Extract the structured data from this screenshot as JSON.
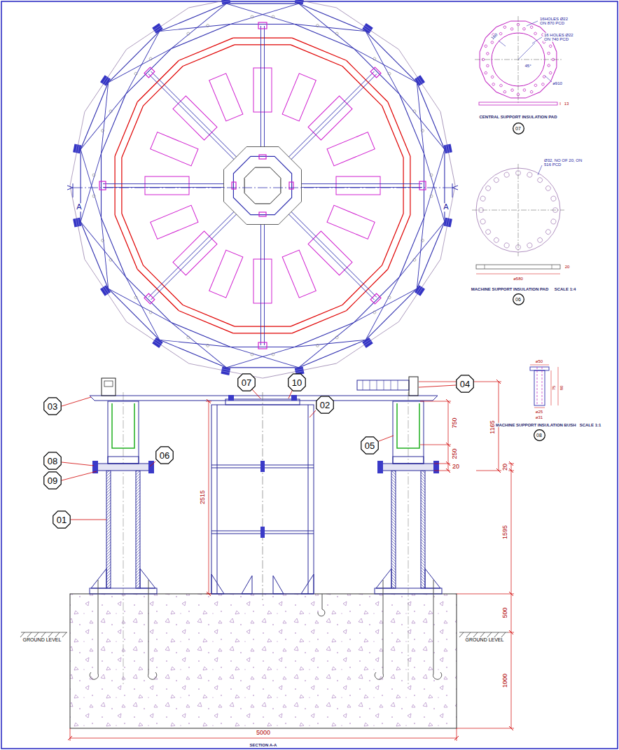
{
  "diagram": {
    "nodes": [
      {
        "text": [
          "07"
        ]
      },
      {
        "text": [
          "06"
        ]
      },
      {
        "text": [
          "07"
        ]
      },
      {
        "text": [
          "10"
        ]
      },
      {
        "text": [
          "04"
        ]
      },
      {
        "text": [
          "03"
        ]
      },
      {
        "text": [
          "02"
        ]
      },
      {
        "text": [
          "08"
        ]
      },
      {
        "text": [
          "05"
        ]
      },
      {
        "text": [
          "08"
        ]
      },
      {
        "text": [
          "06"
        ]
      },
      {
        "text": [
          "09"
        ]
      },
      {
        "text": [
          "01"
        ]
      }
    ],
    "labels": [
      "16HOLES Ø22 ON 870 PCD",
      "16 HOLES Ø22 ON 740 PCD",
      "160",
      "45°",
      "ø910",
      "13",
      "CENTRAL SUPPORT INSULATION PAD",
      "Ø32, NO OF 20, ON 516 PCD",
      "20",
      "ø580",
      "MACHINE SUPPORT INSULATION PAD",
      "SCALE 1:4",
      "ø50",
      "75",
      "80",
      "ø25",
      "ø31",
      "MACHINE SUPPORT INSULATION BUSH",
      "SCALE 1:1",
      "A",
      "A",
      "750",
      "250",
      "20",
      "1165",
      "20",
      "1595",
      "2515",
      "500",
      "1000",
      "GROUND LEVEL",
      "GROUND LEVEL",
      "5000",
      "SECTION A-A"
    ]
  }
}
